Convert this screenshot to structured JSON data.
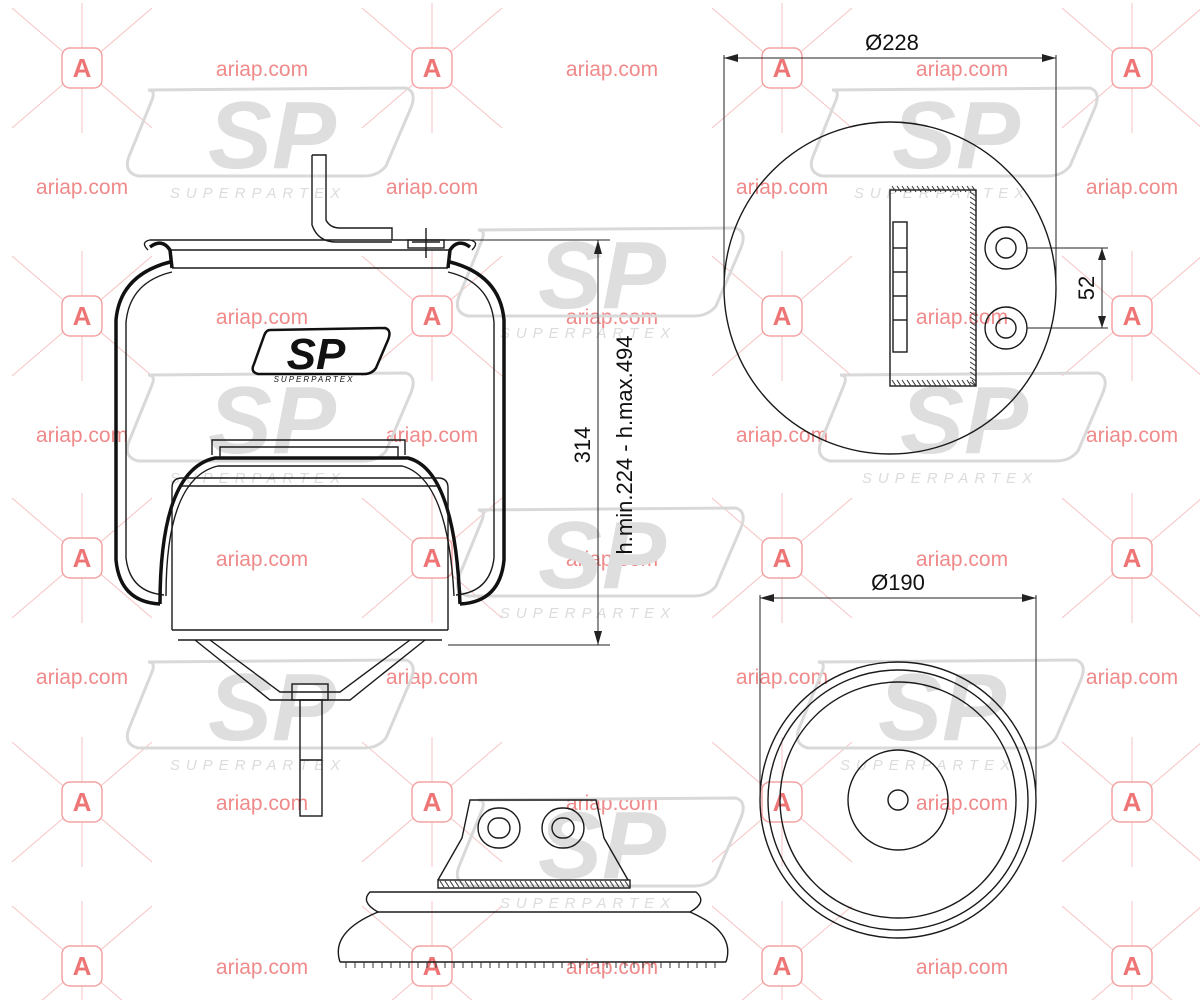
{
  "watermark": {
    "site": "ariap.com",
    "badge": "A",
    "brand": "SP",
    "brand_sub": "SUPERPARTEX",
    "colors": {
      "watermark_red": "#ee7575",
      "logo_grey": "#dedede"
    }
  },
  "drawing": {
    "logo": {
      "brand": "SP",
      "sub": "SUPERPARTEX"
    },
    "dimensions": {
      "height_label": "314",
      "height_range_label": "h.min.224 - h.max.494",
      "top_diameter_label": "Ø228",
      "bottom_diameter_label": "Ø190",
      "hole_spacing_label": "52"
    }
  }
}
